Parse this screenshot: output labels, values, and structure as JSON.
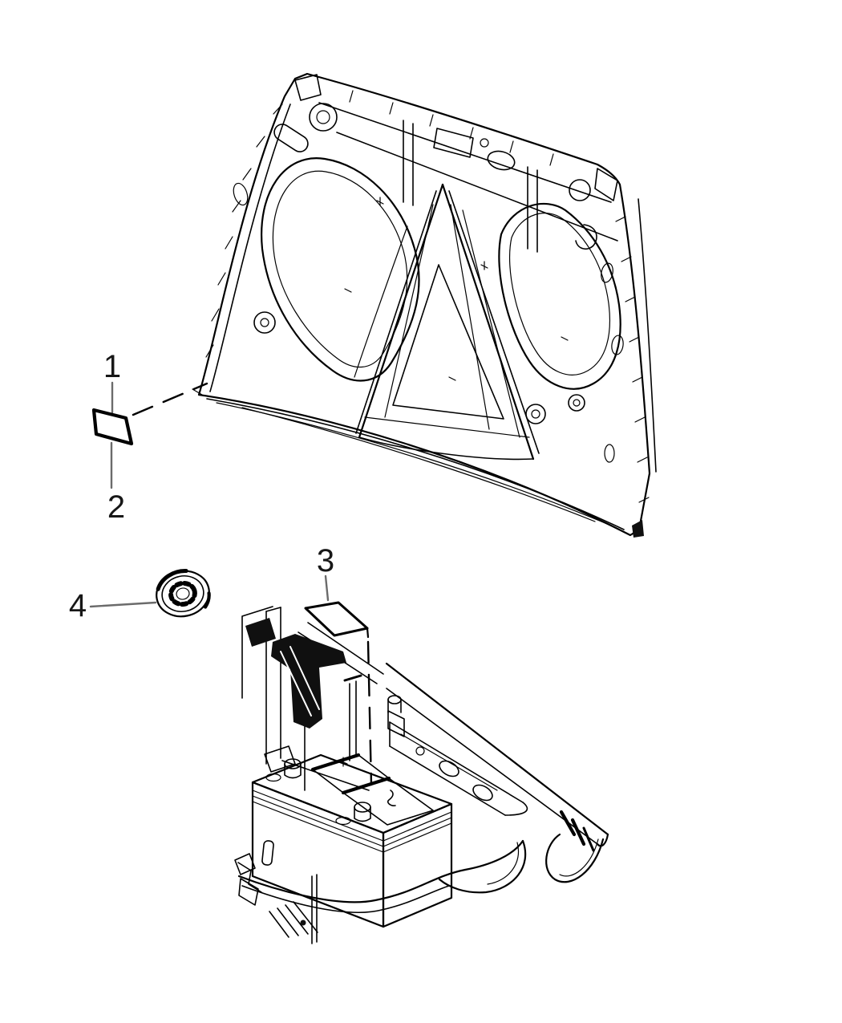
{
  "figure": {
    "type": "vehicle-parts-line-diagram",
    "background_color": "#ffffff",
    "line_color": "#000000",
    "callouts": [
      {
        "number": "1",
        "points_to": "hood-info-label"
      },
      {
        "number": "2",
        "points_to": "hood-info-label"
      },
      {
        "number": "3",
        "points_to": "battery-info-label"
      },
      {
        "number": "4",
        "points_to": "hood-emblem"
      }
    ],
    "views": [
      {
        "name": "hood-underside-view"
      },
      {
        "name": "engine-compartment-battery-view"
      }
    ]
  }
}
